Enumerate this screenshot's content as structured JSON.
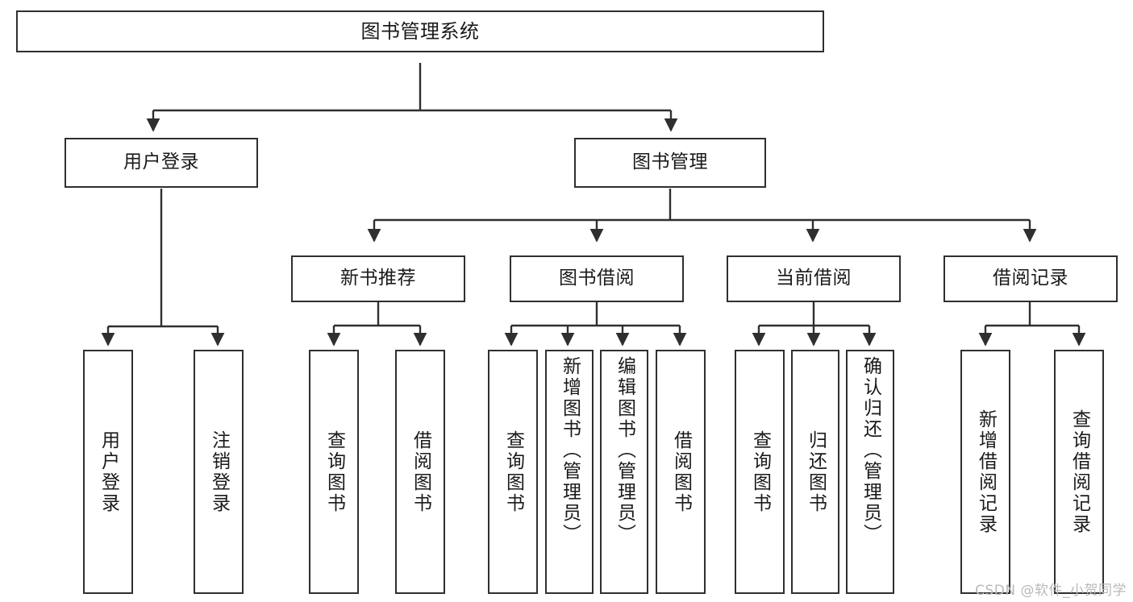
{
  "diagram": {
    "title": "图书管理系统",
    "type": "tree-hierarchy",
    "colors": {
      "background": "#ffffff",
      "box_border": "#2f2f2f",
      "box_fill": "#ffffff",
      "connector": "#2f2f2f",
      "text": "#1a1a1a",
      "watermark": "#b9b9b9"
    }
  },
  "root": {
    "label": "图书管理系统"
  },
  "level2": [
    {
      "label": "用户登录"
    },
    {
      "label": "图书管理"
    }
  ],
  "level3": [
    {
      "label": "新书推荐"
    },
    {
      "label": "图书借阅"
    },
    {
      "label": "当前借阅"
    },
    {
      "label": "借阅记录"
    }
  ],
  "leaves": {
    "user_login": [
      {
        "label": "用户登录"
      },
      {
        "label": "注销登录"
      }
    ],
    "new_book_recommend": [
      {
        "label": "查询图书"
      },
      {
        "label": "借阅图书"
      }
    ],
    "book_borrow": [
      {
        "label": "查询图书"
      },
      {
        "label": "新增图书（管理员）"
      },
      {
        "label": "编辑图书（管理员）"
      },
      {
        "label": "借阅图书"
      }
    ],
    "current_borrow": [
      {
        "label": "查询图书"
      },
      {
        "label": "归还图书"
      },
      {
        "label": "确认归还（管理员）"
      }
    ],
    "borrow_record": [
      {
        "label": "新增借阅记录"
      },
      {
        "label": "查询借阅记录"
      }
    ]
  },
  "watermark": {
    "text": "CSDN @软件_小贺同学"
  }
}
